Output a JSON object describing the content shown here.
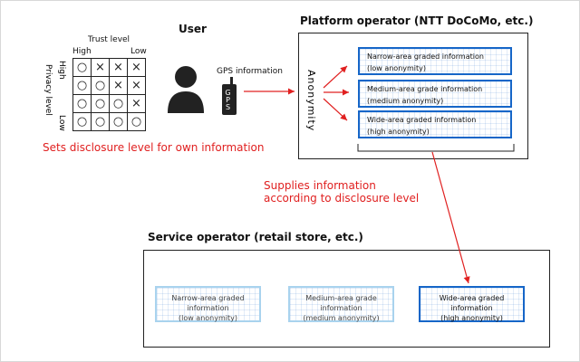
{
  "user": {
    "title": "User",
    "trust_level": "Trust level",
    "high_top": "High",
    "low_top": "Low",
    "privacy_level": "Privacy level",
    "high_side": "High",
    "low_side": "Low",
    "gps_info": "GPS information",
    "gps_device_text": "GPS",
    "matrix": [
      [
        "○",
        "×",
        "×",
        "×"
      ],
      [
        "○",
        "○",
        "×",
        "×"
      ],
      [
        "○",
        "○",
        "○",
        "×"
      ],
      [
        "○",
        "○",
        "○",
        "○"
      ]
    ],
    "disclosure_caption": "Sets disclosure level for own information"
  },
  "platform": {
    "title": "Platform operator (NTT DoCoMo, etc.)",
    "anonymity": "Anonymity",
    "items": [
      {
        "line1": "Narrow-area graded information",
        "line2": "(low anonymity)"
      },
      {
        "line1": "Medium-area grade information",
        "line2": "(medium anonymity)"
      },
      {
        "line1": "Wide-area graded information",
        "line2": "(high anonymity)"
      }
    ]
  },
  "flow": {
    "supply_line1": "Supplies information",
    "supply_line2": "according to disclosure level"
  },
  "service": {
    "title": "Service operator (retail store, etc.)",
    "items": [
      {
        "line1": "Narrow-area graded",
        "line2": "information",
        "line3": "(low anonymity)"
      },
      {
        "line1": "Medium-area grade",
        "line2": "information",
        "line3": "(medium anonymity)"
      },
      {
        "line1": "Wide-area graded",
        "line2": "information",
        "line3": "(high anonymity)"
      }
    ]
  },
  "colors": {
    "accent_blue": "#1666c8",
    "light_blue": "#a9d3ee",
    "red": "#e02020"
  }
}
